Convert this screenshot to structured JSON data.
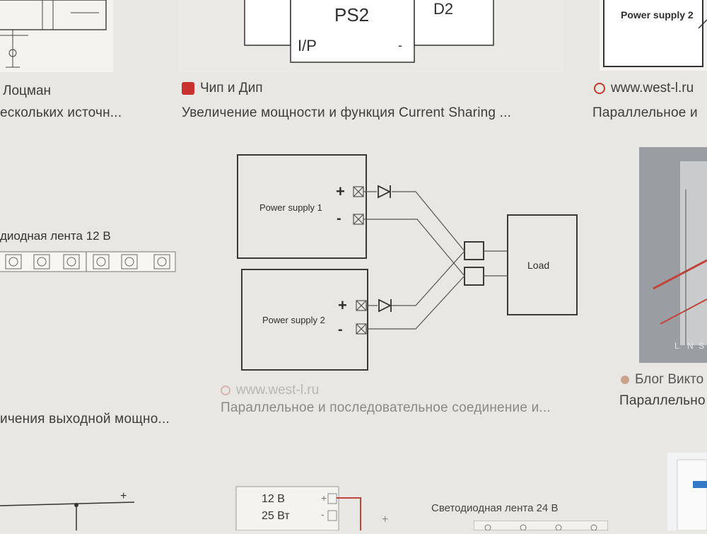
{
  "results_top": [
    {
      "source": "Лоцман",
      "title": "ескольких источн..."
    },
    {
      "source": "Чип и Дип",
      "title": "Увеличение мощности и функция Current Sharing ...",
      "thumb_labels": {
        "ps2": "PS2",
        "d2": "D2",
        "ip": "I/P",
        "minus": "-"
      }
    },
    {
      "source": "www.west-l.ru",
      "title": "Параллельное и",
      "thumb_labels": {
        "ps2": "Power supply 2"
      }
    }
  ],
  "results_middle": [
    {
      "title": "ичения выходной мощно...",
      "thumb_labels": {
        "strip": "диодная лента 12 В"
      }
    },
    {
      "source": "www.west-l.ru",
      "title": "Параллельное и последовательное соединение и...",
      "diagram": {
        "ps1": "Power supply 1",
        "ps2": "Power supply 2",
        "load": "Load",
        "plus": "+",
        "minus": "-"
      }
    },
    {
      "source": "Блог Викто",
      "title": "Параллельно",
      "thumb_labels": {
        "l": "L",
        "n": "N",
        "s": "S"
      }
    }
  ],
  "results_bottom": [
    {
      "thumb_labels": {
        "plus": "+"
      }
    },
    {
      "thumb_labels": {
        "v": "12 В",
        "w": "25 Вт",
        "plus": "+",
        "minus": "-"
      }
    },
    {
      "thumb_labels": {
        "strip": "Светодиодная лента 24 В"
      }
    }
  ],
  "colors": {
    "background": "#e9e7e3",
    "thumb": "#f4f3f0",
    "chip_favicon": "#c9312f",
    "west_favicon": "#c23b2d"
  }
}
